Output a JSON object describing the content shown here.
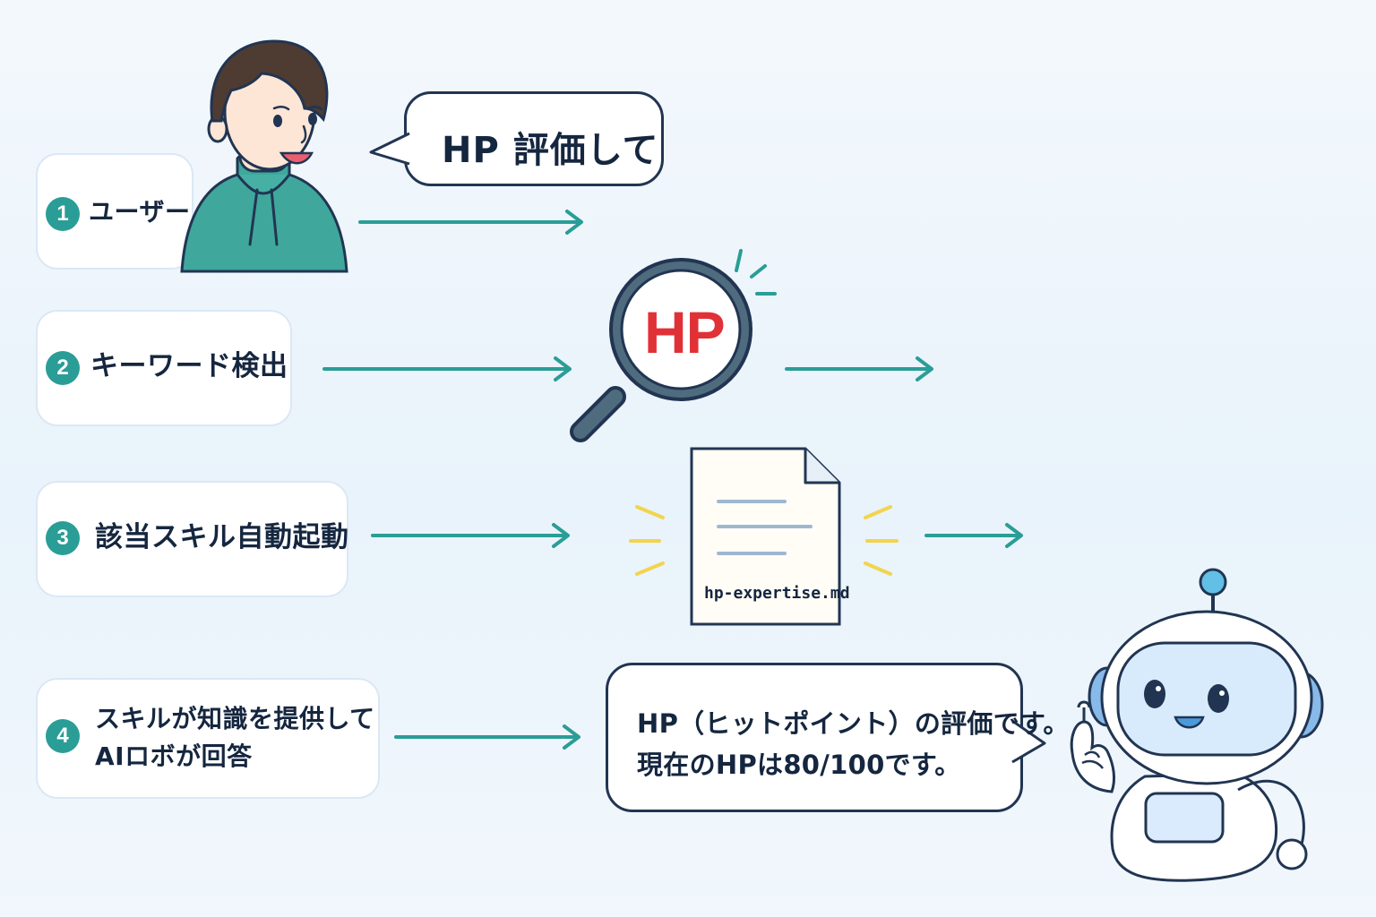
{
  "steps": [
    {
      "number": "1",
      "label": "ユーザー"
    },
    {
      "number": "2",
      "label": "キーワード検出"
    },
    {
      "number": "3",
      "label": "該当スキル自動起動"
    },
    {
      "number": "4",
      "label_line1": "スキルが知識を提供して",
      "label_line2": "AIロボが回答"
    }
  ],
  "user_bubble": {
    "text": "HP 評価して"
  },
  "keyword": {
    "text": "HP",
    "color": "#e03137"
  },
  "file": {
    "name": "hp-expertise.md"
  },
  "robot_bubble": {
    "line1": "HP（ヒットポイント）の評価です。",
    "line2": "現在のHPは80/100です。"
  },
  "colors": {
    "accent": "#2a9d96",
    "dark": "#213552",
    "card_border": "#dbe8f5",
    "spark": "#f2d44e"
  },
  "icons": {
    "user": "user-avatar-icon",
    "search": "magnifying-glass-icon",
    "document": "document-icon",
    "robot": "robot-icon"
  }
}
